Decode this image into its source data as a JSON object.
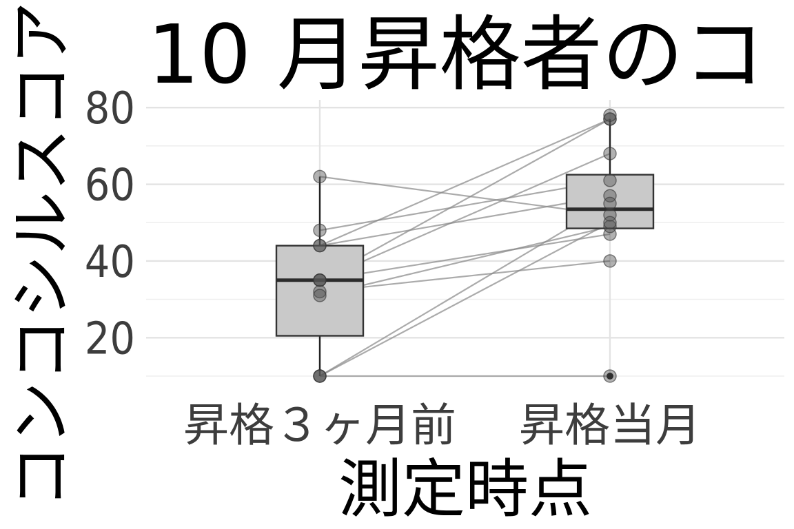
{
  "chart_data": {
    "type": "box",
    "title": "10 月昇格者のコ",
    "xlabel": "測定時点",
    "ylabel": "コンコシルスコア",
    "categories": [
      "昇格３ヶ月前",
      "昇格当月"
    ],
    "yticks": [
      20,
      40,
      60,
      80
    ],
    "ylim": [
      10,
      82
    ],
    "grid": true,
    "box_stats": [
      {
        "category": "昇格３ヶ月前",
        "min": 10,
        "q1": 20.5,
        "median": 35,
        "q3": 44,
        "max": 62,
        "outliers": []
      },
      {
        "category": "昇格当月",
        "min": 58,
        "q1": 48.5,
        "median": 53.5,
        "q3": 62.5,
        "max": 77,
        "outliers": [
          10
        ]
      }
    ],
    "pairs": [
      [
        62,
        52
      ],
      [
        48,
        61
      ],
      [
        44,
        77
      ],
      [
        44,
        57
      ],
      [
        35,
        68
      ],
      [
        35,
        77
      ],
      [
        35,
        47
      ],
      [
        32,
        40
      ],
      [
        31,
        49
      ],
      [
        10,
        55
      ],
      [
        10,
        50
      ],
      [
        10,
        10
      ]
    ],
    "extra_points": [
      {
        "category": "昇格当月",
        "value": 78
      }
    ]
  }
}
